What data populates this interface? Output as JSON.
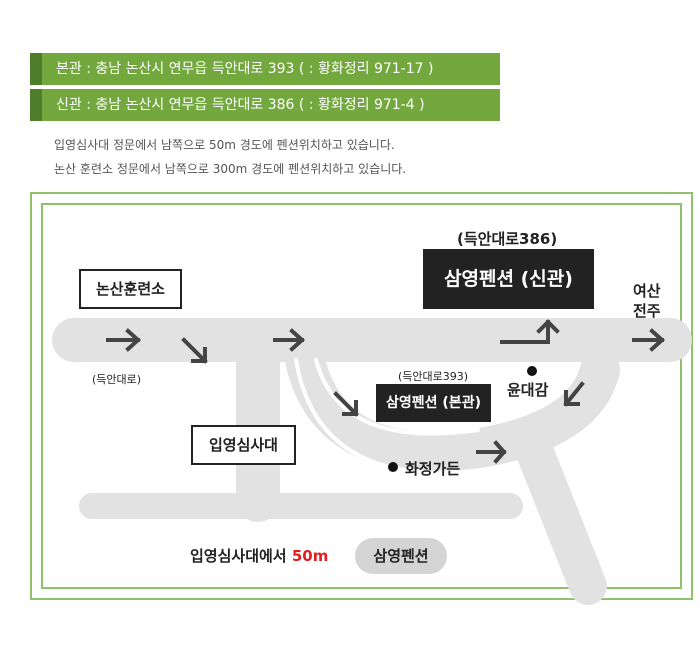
{
  "addresses": {
    "main": "본관 : 충남 논산시 연무읍 득안대로 393 ( : 황화정리 971-17 )",
    "annex": "신관 : 충남 논산시 연무읍 득안대로 386 ( : 황화정리 971-4 )"
  },
  "notes": [
    "입영심사대 정문에서 남쪽으로 50m 경도에 펜션위치하고 있습니다.",
    "논산 훈련소 정문에서 남쪽으로 300m 경도에 펜션위치하고 있습니다."
  ],
  "map": {
    "training_center": "논산훈련소",
    "road_left": "(득안대로)",
    "annex_road": "(득안대로386)",
    "annex_name": "삼영펜션 (신관)",
    "destination_line1": "여산",
    "destination_line2": "전주",
    "main_road": "(득안대로393)",
    "main_name": "삼영펜션 (본관)",
    "yundaegam": "윤대감",
    "reception": "입영심사대",
    "garden": "화정가든",
    "footer_prefix": "입영심사대에서",
    "footer_distance": "50m",
    "footer_pension": "삼영펜션"
  },
  "colors": {
    "bar_green": "#73a83e",
    "bar_accent": "#4e7d2c",
    "frame_green": "#8fc06a",
    "road_gray": "#e2e2e2",
    "arrow_gray": "#444444",
    "distance_red": "#e02020"
  }
}
